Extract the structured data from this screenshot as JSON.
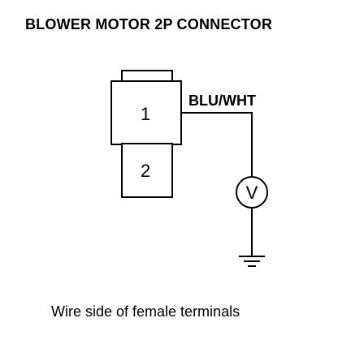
{
  "title": "BLOWER MOTOR 2P CONNECTOR",
  "wire_label": "BLU/WHT",
  "pins": [
    {
      "label": "1"
    },
    {
      "label": "2"
    }
  ],
  "meter": {
    "symbol": "V"
  },
  "caption": "Wire side of female terminals"
}
